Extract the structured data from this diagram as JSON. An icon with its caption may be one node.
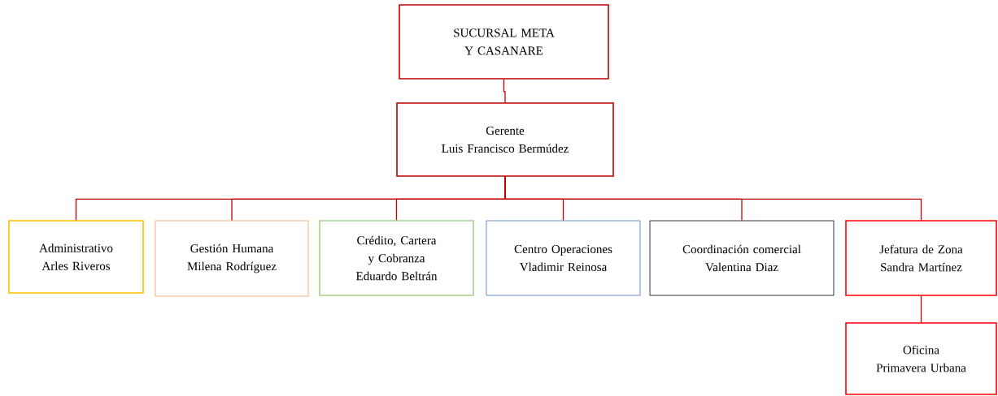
{
  "diagram": {
    "nodes": [
      {
        "text": [
          "SUCURSAL META Y CASANARE"
        ]
      },
      {
        "text": [
          "Gerente",
          "Luis Francisco Bermúdez"
        ]
      },
      {
        "text": [
          "Administrativo",
          "Arles Riveros"
        ]
      },
      {
        "text": [
          "Gestión Humana",
          "Milena Rodríguez"
        ]
      },
      {
        "text": [
          "Crédito, Cartera y Cobranza",
          "Eduardo Beltrán"
        ]
      },
      {
        "text": [
          "Centro Operaciones",
          "Vladimir Reinosa"
        ]
      },
      {
        "text": [
          "Coordinación comercial",
          "Valentina Diaz"
        ]
      },
      {
        "text": [
          "Jefatura de Zona",
          "Sandra Martínez"
        ]
      },
      {
        "text": [
          "Oficina Primavera Urbana"
        ]
      }
    ],
    "edges": [
      {
        "from": 0,
        "to": 1,
        "arrow": "none"
      },
      {
        "from": 1,
        "to": 2,
        "arrow": "none"
      },
      {
        "from": 1,
        "to": 3,
        "arrow": "none"
      },
      {
        "from": 1,
        "to": 4,
        "arrow": "none"
      },
      {
        "from": 1,
        "to": 5,
        "arrow": "none"
      },
      {
        "from": 1,
        "to": 6,
        "arrow": "none"
      },
      {
        "from": 1,
        "to": 7,
        "arrow": "none"
      },
      {
        "from": 7,
        "to": 8,
        "arrow": "none"
      }
    ]
  }
}
